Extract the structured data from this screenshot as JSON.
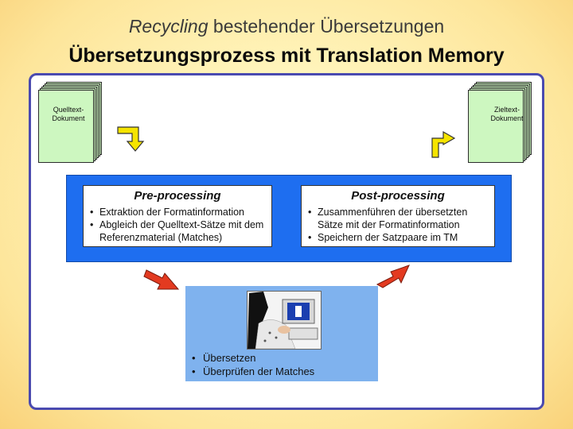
{
  "header": {
    "title_italic": "Recycling",
    "title_rest": " bestehender Übersetzungen",
    "subtitle": "Übersetzungsprozess mit Translation Memory"
  },
  "documents": {
    "source": "Quelltext-Dokument",
    "target": "Zieltext-Dokument"
  },
  "pre_processing": {
    "title": "Pre-processing",
    "items": [
      "Extraktion der Formatinformation",
      "Abgleich der Quelltext-Sätze mit dem Referenzmaterial (Matches)"
    ]
  },
  "post_processing": {
    "title": "Post-processing",
    "items": [
      "Zusammenführen der übersetzten Sätze mit der Formatinformation",
      "Speichern der Satzpaare im TM"
    ]
  },
  "translation": {
    "items": [
      "Übersetzen",
      "Überprüfen der Matches"
    ]
  },
  "colors": {
    "frame_border": "#4a4ab0",
    "document": "#cdf7c0",
    "band": "#1e6ef0",
    "center_box": "#7fb2ee",
    "down_arrow": "#e33a20",
    "corner_arrow": "#f5e400"
  }
}
